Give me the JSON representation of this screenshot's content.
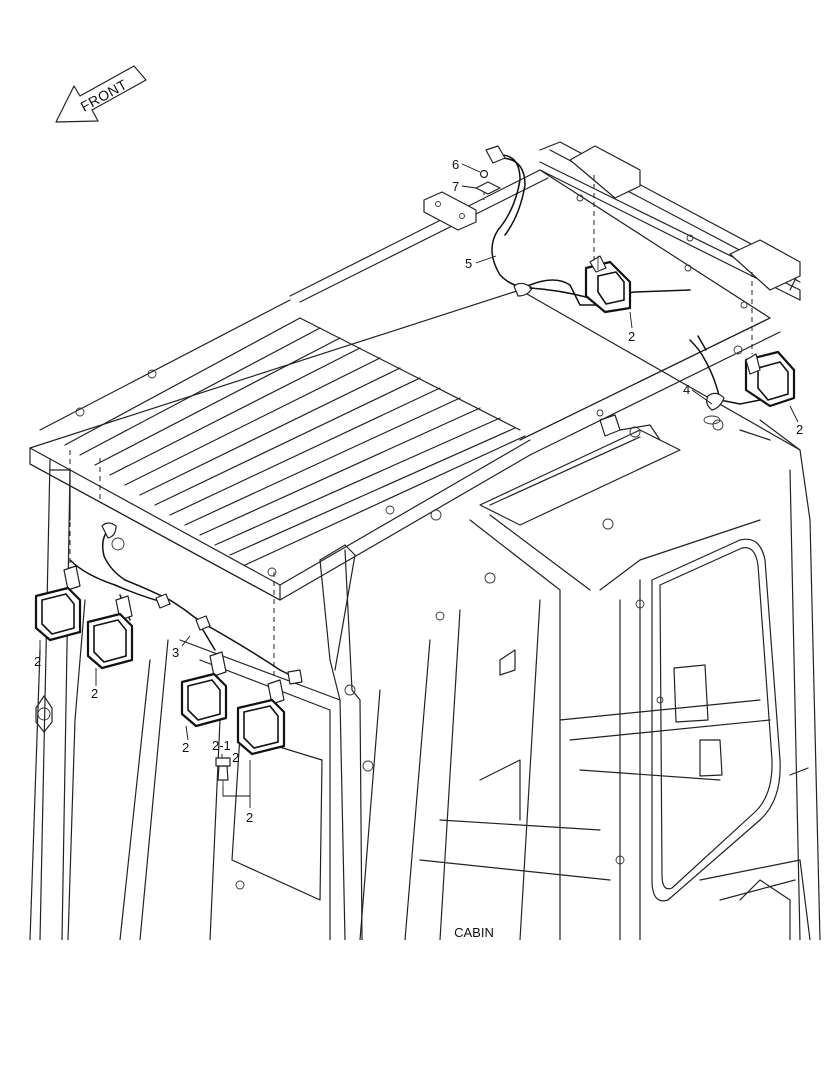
{
  "diagram": {
    "caption": "CABIN",
    "direction_label": "FRONT",
    "callouts": {
      "roof_lamp_rear_left": "2",
      "roof_lamp_rear_right": "2",
      "front_lamp_1": "2",
      "front_lamp_2": "2",
      "front_lamp_3": "2",
      "front_lamp_4": "2",
      "bulb_group": "2",
      "bulb": "2-1",
      "front_harness": "3",
      "grommet": "4",
      "roof_harness": "5",
      "bolt": "6",
      "bracket": "7"
    }
  }
}
